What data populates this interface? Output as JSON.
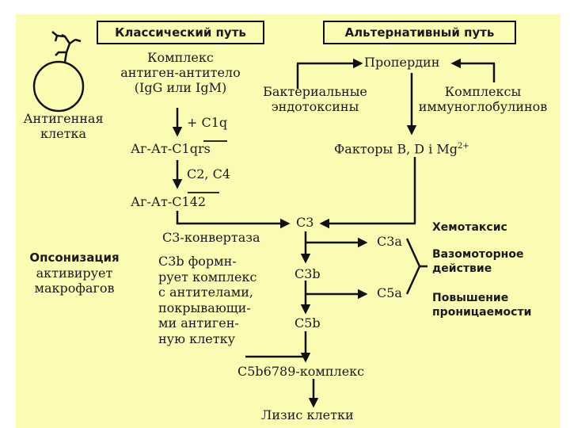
{
  "headers": {
    "classical": "Классический путь",
    "alternative": "Альтернативный путь"
  },
  "cell": {
    "label_line1": "Антигенная",
    "label_line2": "клетка"
  },
  "classical": {
    "complex_line1": "Комплекс",
    "complex_line2": "антиген-антитело",
    "complex_line3": "(IgG или IgM)",
    "plus_c1q": "+ C1q",
    "ag_at_c1_prefix": "Аг-Ат-C1",
    "ag_at_c1_sub": "qrs",
    "c2_c4": "C2, C4",
    "ag_at_c142_prefix": "Аг-Ат-C",
    "ag_at_c142_sub": "142",
    "c3_convertase": "C3-конвертаза"
  },
  "alternative": {
    "properdin": "Пропердин",
    "bact_line1": "Бактериальные",
    "bact_line2": "эндотоксины",
    "immuno_line1": "Комплексы",
    "immuno_line2": "иммуноглобулинов",
    "factors": "Факторы B, D i Mg",
    "factors_sup": "2+"
  },
  "cascade": {
    "c3": "C3",
    "c3a": "C3a",
    "c3b": "C3b",
    "c5a": "C5a",
    "c5b": "C5b",
    "mac": "C5b6789-комплекс",
    "lysis": "Лизис клетки"
  },
  "effects": {
    "chemotaxis": "Хемотаксис",
    "vaso_line1": "Вазомоторное",
    "vaso_line2": "действие",
    "perm_line1": "Повышение",
    "perm_line2": "проницаемости"
  },
  "opsonization": {
    "title": "Опсонизация",
    "line2": "активирует",
    "line3": "макрофагов"
  },
  "c3b_text": {
    "line1": "C3b  формн-",
    "line2": "рует комплекс",
    "line3": "с антителами,",
    "line4": "покрывающи-",
    "line5": "ми  антиген-",
    "line6": "ную клетку"
  }
}
